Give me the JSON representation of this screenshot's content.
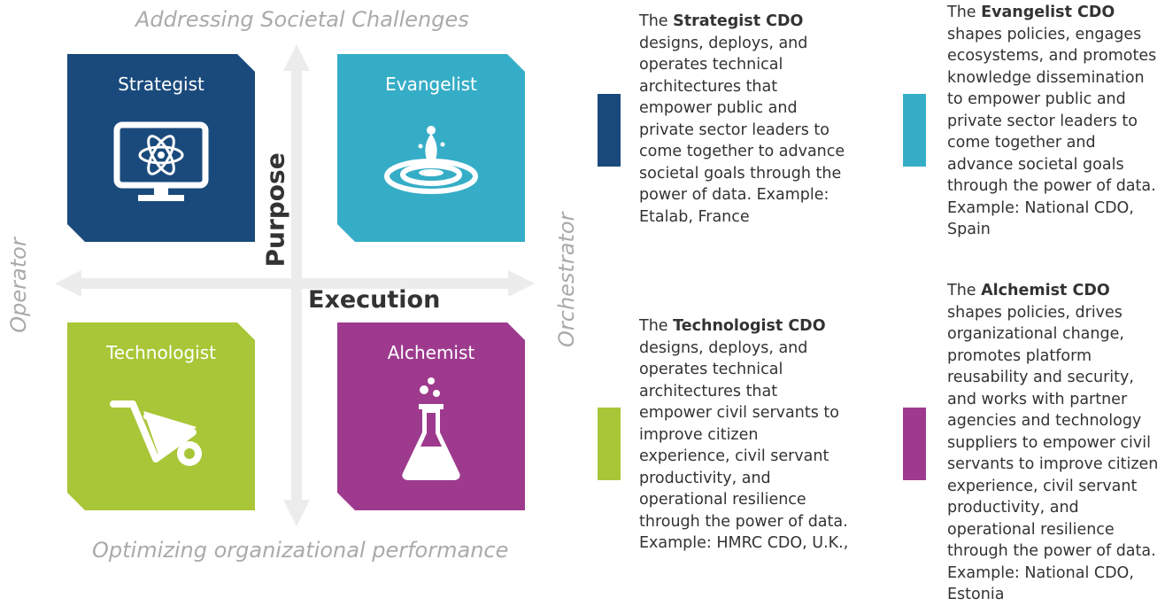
{
  "axes": {
    "top": "Addressing Societal Challenges",
    "bottom": "Optimizing organizational performance",
    "left": "Operator",
    "right": "Orchestrator",
    "vertical": "Purpose",
    "horizontal": "Execution"
  },
  "quadrants": [
    {
      "label": "Strategist",
      "color": "#1a4a7c",
      "icon": "monitor-atom-icon"
    },
    {
      "label": "Evangelist",
      "color": "#36adc7",
      "icon": "water-drop-icon"
    },
    {
      "label": "Technologist",
      "color": "#a8c637",
      "icon": "wheelbarrow-icon"
    },
    {
      "label": "Alchemist",
      "color": "#9d3a8e",
      "icon": "flask-icon"
    }
  ],
  "descriptions": {
    "strategist": {
      "pre": "The ",
      "bold": "Strategist CDO",
      "text": " designs, deploys, and operates technical architectures that empower public and private sector leaders to come together to advance societal goals through the power of data. Example: Etalab, France"
    },
    "evangelist": {
      "pre": "The ",
      "bold": "Evangelist CDO",
      "text": " shapes policies, engages ecosystems, and promotes knowledge dissemination to empower public and private sector leaders to come together and advance societal goals through the power of data. Example: National CDO, Spain"
    },
    "technologist": {
      "pre": "The ",
      "bold": "Technologist CDO",
      "text": " designs, deploys, and operates technical architectures that empower civil servants to improve citizen experience, civil servant productivity, and operational resilience through the power of data. Example: HMRC CDO, U.K.,"
    },
    "alchemist": {
      "pre": "The ",
      "bold": "Alchemist CDO",
      "text": " shapes policies, drives organizational change, promotes platform reusability and security, and works with partner agencies and technology suppliers to empower civil servants to improve citizen experience, civil servant productivity, and operational resilience through the power of data. Example: National CDO, Estonia"
    }
  }
}
